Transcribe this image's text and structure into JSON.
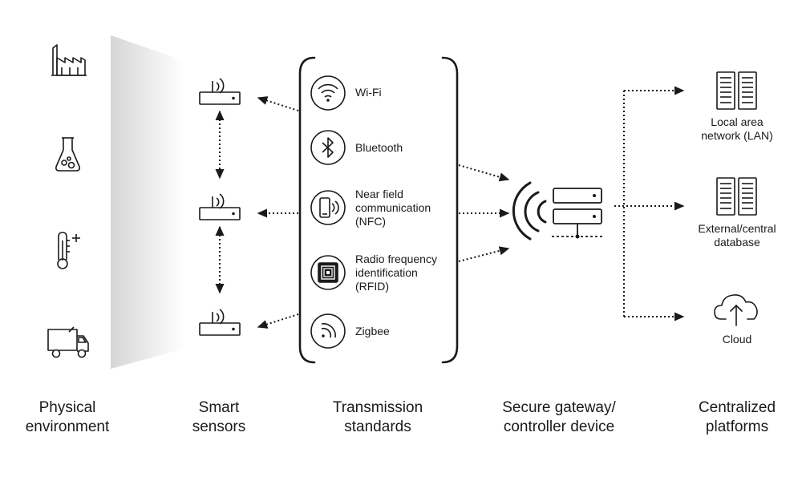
{
  "columns": [
    {
      "id": "physical",
      "line1": "Physical",
      "line2": "environment"
    },
    {
      "id": "sensors",
      "line1": "Smart",
      "line2": "sensors"
    },
    {
      "id": "transmission",
      "line1": "Transmission",
      "line2": "standards"
    },
    {
      "id": "gateway",
      "line1": "Secure gateway/",
      "line2": "controller device"
    },
    {
      "id": "platforms",
      "line1": "Centralized",
      "line2": "platforms"
    }
  ],
  "environment_icons": [
    "factory-icon",
    "flask-icon",
    "thermometer-icon",
    "truck-icon"
  ],
  "standards": [
    {
      "icon": "wifi-icon",
      "lines": [
        "Wi-Fi"
      ]
    },
    {
      "icon": "bluetooth-icon",
      "lines": [
        "Bluetooth"
      ]
    },
    {
      "icon": "nfc-icon",
      "lines": [
        "Near field",
        "communication",
        "(NFC)"
      ]
    },
    {
      "icon": "rfid-icon",
      "lines": [
        "Radio frequency",
        "identification",
        "(RFID)"
      ]
    },
    {
      "icon": "zigbee-icon",
      "lines": [
        "Zigbee"
      ]
    }
  ],
  "platforms": [
    {
      "icon": "server-rack-icon",
      "lines": [
        "Local area",
        "network (LAN)"
      ]
    },
    {
      "icon": "database-icon",
      "lines": [
        "External/central",
        "database"
      ]
    },
    {
      "icon": "cloud-upload-icon",
      "lines": [
        "Cloud"
      ]
    }
  ],
  "colors": {
    "ink": "#1a1a1a",
    "gradient_light": "#ffffff",
    "gradient_dark": "#d9d9d9"
  }
}
